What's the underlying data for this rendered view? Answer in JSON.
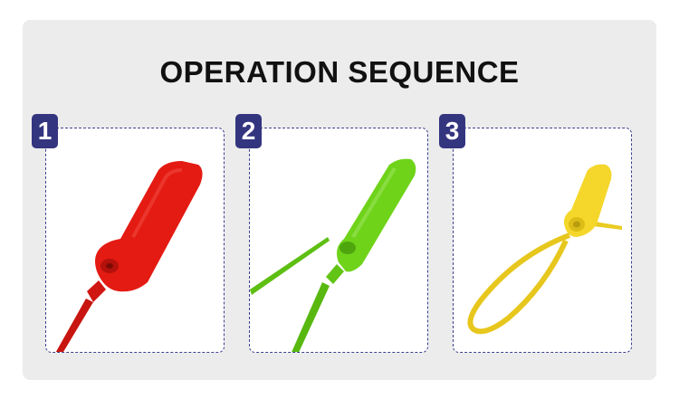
{
  "title": "OPERATION SEQUENCE",
  "steps": [
    {
      "number": "1",
      "seal_color": "#e41b13",
      "state": "open"
    },
    {
      "number": "2",
      "seal_color": "#6fd31a",
      "state": "inserting"
    },
    {
      "number": "3",
      "seal_color": "#f4d72a",
      "state": "locked"
    }
  ]
}
